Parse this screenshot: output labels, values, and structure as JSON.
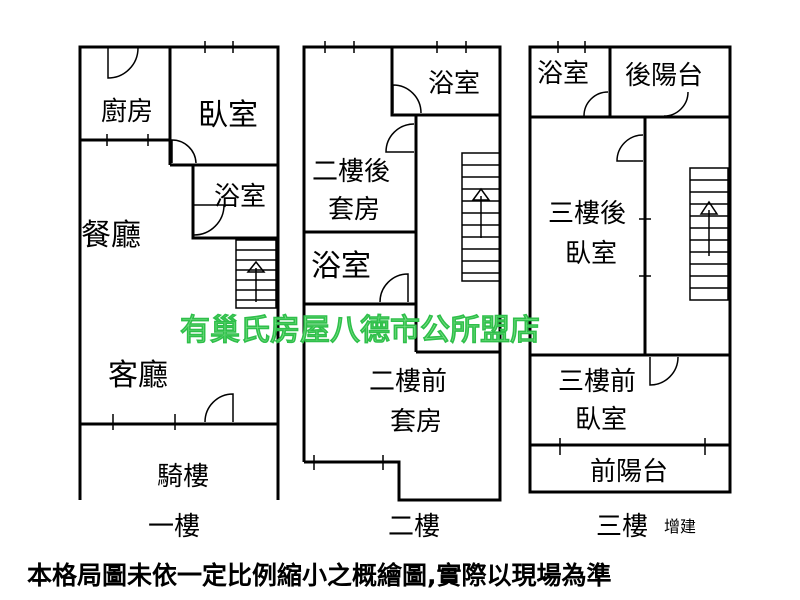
{
  "floors": {
    "first": {
      "label": "一樓",
      "rooms": {
        "kitchen": "廚房",
        "bedroom": "臥室",
        "bathroom": "浴室",
        "dining": "餐廳",
        "living": "客廳",
        "arcade": "騎樓"
      }
    },
    "second": {
      "label": "二樓",
      "rooms": {
        "bathroom_top": "浴室",
        "rear_suite_l1": "二樓後",
        "rear_suite_l2": "套房",
        "bathroom_mid": "浴室",
        "front_suite_l1": "二樓前",
        "front_suite_l2": "套房"
      }
    },
    "third": {
      "label": "三樓",
      "extra": "增建",
      "rooms": {
        "bathroom": "浴室",
        "rear_balcony": "後陽台",
        "rear_bedroom_l1": "三樓後",
        "rear_bedroom_l2": "臥室",
        "front_bedroom_l1": "三樓前",
        "front_bedroom_l2": "臥室",
        "front_balcony": "前陽台"
      }
    }
  },
  "watermark": "有巢氏房屋八德市公所盟店",
  "disclaimer": "本格局圖未依一定比例縮小之概繪圖,實際以現場為準"
}
